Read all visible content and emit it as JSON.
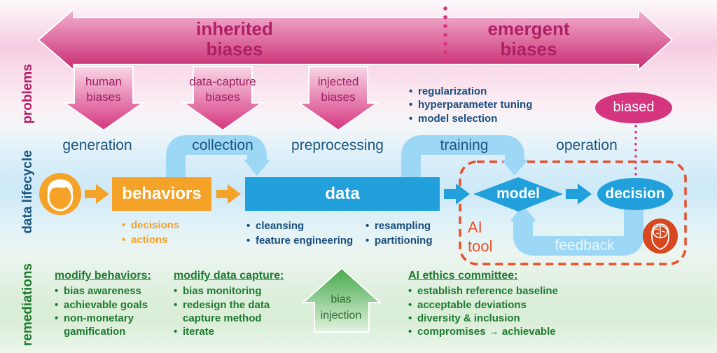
{
  "side_labels": {
    "problems": "problems",
    "lifecycle": "data lifecycle",
    "remediations": "remediations"
  },
  "top_arrow": {
    "left": {
      "line1": "inherited",
      "line2": "biases"
    },
    "right": {
      "line1": "emergent",
      "line2": "biases"
    }
  },
  "problem_arrows": [
    {
      "line1": "human",
      "line2": "biases"
    },
    {
      "line1": "data-capture",
      "line2": "biases"
    },
    {
      "line1": "injected",
      "line2": "biases"
    }
  ],
  "training_problems": [
    "regularization",
    "hyperparameter tuning",
    "model selection"
  ],
  "biased_label": "biased",
  "stages": [
    "generation",
    "collection",
    "preprocessing",
    "training",
    "operation"
  ],
  "pipeline": {
    "behaviors": "behaviors",
    "data": "data",
    "model": "model",
    "decision": "decision",
    "feedback": "feedback",
    "ai_tool": {
      "line1": "AI",
      "line2": "tool"
    }
  },
  "bullets": {
    "behaviors": [
      "decisions",
      "actions"
    ],
    "data_left": [
      "cleansing",
      "feature engineering"
    ],
    "data_right": [
      "resampling",
      "partitioning"
    ]
  },
  "remediations": [
    {
      "heading": "modify behaviors:",
      "items": [
        "bias awareness",
        "achievable goals",
        "non-monetary gamification"
      ]
    },
    {
      "heading": "modify data capture:",
      "items": [
        "bias monitoring",
        "redesign the data capture method",
        "iterate"
      ]
    },
    {
      "heading": "AI ethics committee:",
      "items": [
        "establish reference baseline",
        "acceptable deviations",
        "diversity & inclusion",
        "compromises → achievable"
      ]
    }
  ],
  "bias_injection": {
    "line1": "bias",
    "line2": "injection"
  },
  "colors": {
    "magenta_dark": "#b01e66",
    "pink": "#d5357f",
    "blue_dark": "#1b5680",
    "blue": "#21a0dc",
    "blue_light": "#9dd7f6",
    "orange": "#f5a228",
    "red_orange": "#e8502a",
    "brain_red": "#d8481f",
    "green_dark": "#1e7b2f",
    "green": "#4bad4e"
  }
}
